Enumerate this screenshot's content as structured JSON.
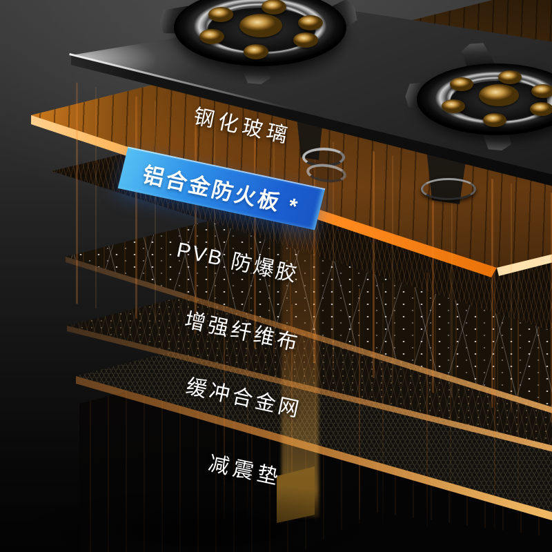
{
  "colors": {
    "accent-orange": "#ff8c1e",
    "glow-amber": "#ffb044",
    "blue-top": "#56c0f3",
    "blue-bottom": "#1a5ed0",
    "label-text": "#ffffff"
  },
  "layers": [
    {
      "id": "tempered-glass",
      "label": "钢化玻璃",
      "highlighted": false
    },
    {
      "id": "aluminum-fireproof-board",
      "label": "铝合金防火板 *",
      "highlighted": true
    },
    {
      "id": "pvb-explosion-proof-adhesive",
      "label": "PVB 防爆胶",
      "highlighted": false
    },
    {
      "id": "reinforced-fiber-cloth",
      "label": "增强纤维布",
      "highlighted": false
    },
    {
      "id": "buffer-alloy-mesh",
      "label": "缓冲合金网",
      "highlighted": false
    },
    {
      "id": "shock-absorber-pad",
      "label": "减震垫",
      "highlighted": false
    }
  ]
}
